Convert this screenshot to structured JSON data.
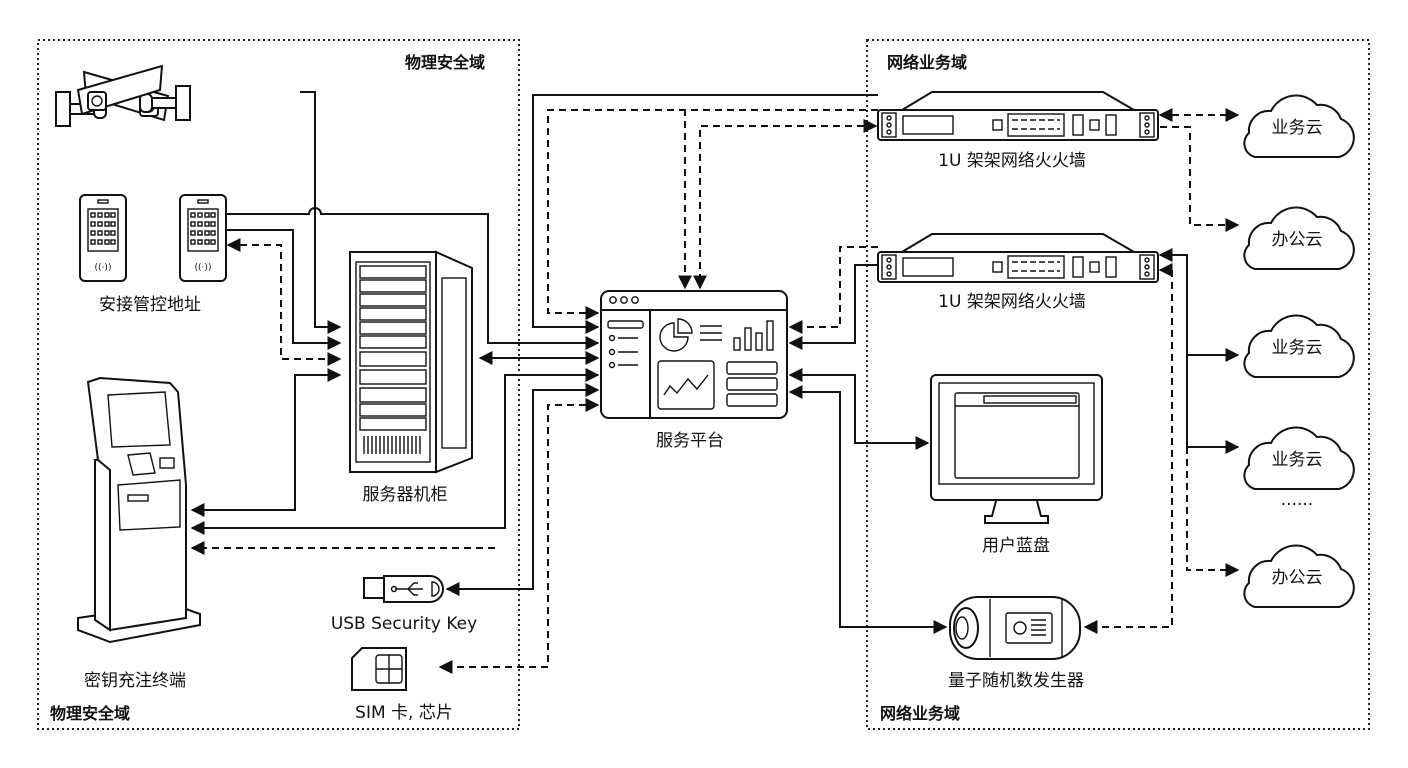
{
  "domains": {
    "physical": {
      "label_top": "物理安全域",
      "label_bottom": "物理安全域"
    },
    "network": {
      "label_top": "网络业务域",
      "label_bottom": "网络业务域"
    }
  },
  "nodes": {
    "access_control": "安接管控地址",
    "server_rack": "服务器机柜",
    "key_terminal": "密钥充注终端",
    "usb_key": "USB Security Key",
    "sim": "SIM 卡, 芯片",
    "platform": "服务平台",
    "firewall_1": "1U 架架网络火火墙",
    "firewall_2": "1U 架架网络火火墙",
    "user_disk": "用户蓝盘",
    "qrng": "量子随机数发生器"
  },
  "clouds": [
    "业务云",
    "办公云",
    "业务云",
    "业务云",
    "办公云"
  ],
  "ellipsis": "......",
  "colors": {
    "stroke": "#111111",
    "background": "#ffffff"
  }
}
